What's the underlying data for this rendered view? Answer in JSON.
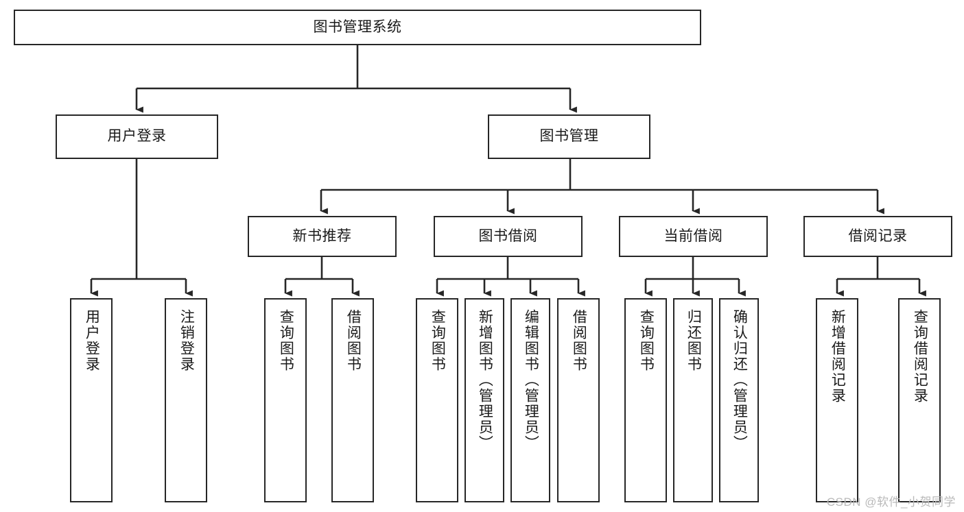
{
  "diagram": {
    "title": "图书管理系统",
    "type": "hierarchy-tree",
    "root": {
      "id": "root",
      "label": "图书管理系统"
    },
    "level2": [
      {
        "id": "user-login",
        "label": "用户登录"
      },
      {
        "id": "book-management",
        "label": "图书管理"
      }
    ],
    "level3": [
      {
        "id": "new-book-recommend",
        "label": "新书推荐",
        "parent": "book-management"
      },
      {
        "id": "book-borrow",
        "label": "图书借阅",
        "parent": "book-management"
      },
      {
        "id": "current-borrow",
        "label": "当前借阅",
        "parent": "book-management"
      },
      {
        "id": "borrow-record",
        "label": "借阅记录",
        "parent": "book-management"
      }
    ],
    "leaves": [
      {
        "id": "leaf-user-login",
        "label": "用户登录",
        "parent": "user-login"
      },
      {
        "id": "leaf-logout-login",
        "label": "注销登录",
        "parent": "user-login"
      },
      {
        "id": "leaf-query-book-1",
        "label": "查询图书",
        "parent": "new-book-recommend"
      },
      {
        "id": "leaf-borrow-book-1",
        "label": "借阅图书",
        "parent": "new-book-recommend"
      },
      {
        "id": "leaf-query-book-2",
        "label": "查询图书",
        "parent": "book-borrow"
      },
      {
        "id": "leaf-add-book",
        "label": "新增图书（管理员）",
        "parent": "book-borrow"
      },
      {
        "id": "leaf-edit-book",
        "label": "编辑图书（管理员）",
        "parent": "book-borrow"
      },
      {
        "id": "leaf-borrow-book-2",
        "label": "借阅图书",
        "parent": "book-borrow"
      },
      {
        "id": "leaf-query-book-3",
        "label": "查询图书",
        "parent": "current-borrow"
      },
      {
        "id": "leaf-return-book",
        "label": "归还图书",
        "parent": "current-borrow"
      },
      {
        "id": "leaf-confirm-return",
        "label": "确认归还（管理员）",
        "parent": "current-borrow"
      },
      {
        "id": "leaf-add-record",
        "label": "新增借阅记录",
        "parent": "borrow-record"
      },
      {
        "id": "leaf-query-record",
        "label": "查询借阅记录",
        "parent": "borrow-record"
      }
    ],
    "colors": {
      "stroke": "#262626",
      "fill": "#ffffff",
      "text": "#1a1a1a",
      "watermark": "#b9b9b9"
    }
  },
  "watermark": {
    "text": "CSDN @软件_小贺同学"
  }
}
